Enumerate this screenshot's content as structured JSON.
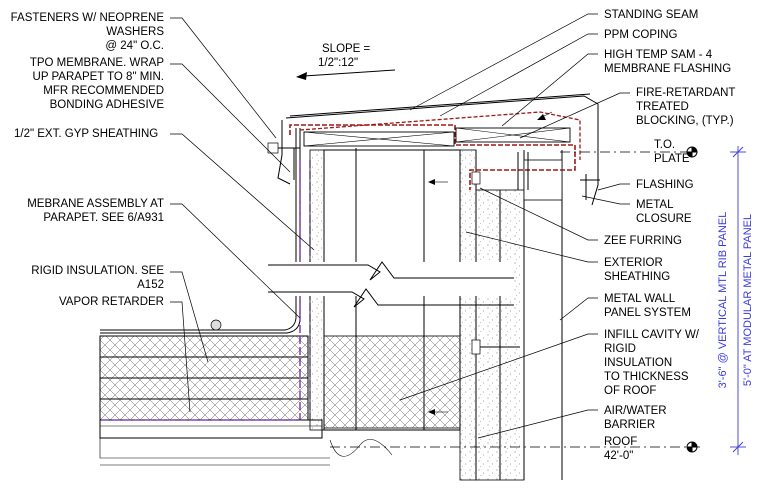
{
  "left_labels": [
    {
      "id": "fasteners",
      "lines": [
        "FASTENERS W/ NEOPRENE",
        "WASHERS",
        "@ 24\" O.C."
      ]
    },
    {
      "id": "tpo",
      "lines": [
        "TPO MEMBRANE. WRAP",
        "UP PARAPET TO 8\" MIN.",
        "MFR RECOMMENDED",
        "BONDING ADHESIVE"
      ]
    },
    {
      "id": "gyp",
      "lines": [
        "1/2\" EXT. GYP SHEATHING"
      ]
    },
    {
      "id": "membrane-assembly",
      "lines": [
        "MEBRANE ASSEMBLY AT",
        "PARAPET. SEE 6/A931"
      ]
    },
    {
      "id": "rigid-insulation",
      "lines": [
        "RIGID INSULATION. SEE",
        "A152"
      ]
    },
    {
      "id": "vapor-retarder",
      "lines": [
        "VAPOR RETARDER"
      ]
    }
  ],
  "slope": [
    "SLOPE =",
    "1/2\":12\""
  ],
  "right_labels": [
    {
      "id": "standing-seam",
      "lines": [
        "STANDING SEAM"
      ]
    },
    {
      "id": "ppm-coping",
      "lines": [
        "PPM COPING"
      ]
    },
    {
      "id": "sam",
      "lines": [
        "HIGH TEMP SAM - 4",
        "MEMBRANE FLASHING"
      ]
    },
    {
      "id": "blocking",
      "lines": [
        "FIRE-RETARDANT",
        "TREATED",
        "BLOCKING, (TYP.)"
      ]
    },
    {
      "id": "flashing",
      "lines": [
        "FLASHING"
      ]
    },
    {
      "id": "metal-closure",
      "lines": [
        "METAL",
        "CLOSURE"
      ]
    },
    {
      "id": "zee-furring",
      "lines": [
        "ZEE FURRING"
      ]
    },
    {
      "id": "ext-sheathing",
      "lines": [
        "EXTERIOR",
        "SHEATHING"
      ]
    },
    {
      "id": "metal-wall",
      "lines": [
        "METAL WALL",
        "PANEL SYSTEM"
      ]
    },
    {
      "id": "infill",
      "lines": [
        "INFILL CAVITY W/",
        "RIGID",
        "INSULATION",
        "TO THICKNESS",
        "OF ROOF"
      ]
    },
    {
      "id": "air-water",
      "lines": [
        "AIR/WATER",
        "BARRIER"
      ]
    }
  ],
  "levels": {
    "top_plate": [
      "T.O.",
      "PLATE"
    ],
    "roof": [
      "ROOF",
      "42'-0\""
    ]
  },
  "vertical_dims": [
    "3'-6\" @ VERTICAL MTL RIB PANEL",
    "5'-0\" AT MODULAR METAL PANEL"
  ],
  "colors": {
    "membrane": "#a01818",
    "barrier": "#6a1fb0",
    "dimension": "#3a3ae0"
  }
}
